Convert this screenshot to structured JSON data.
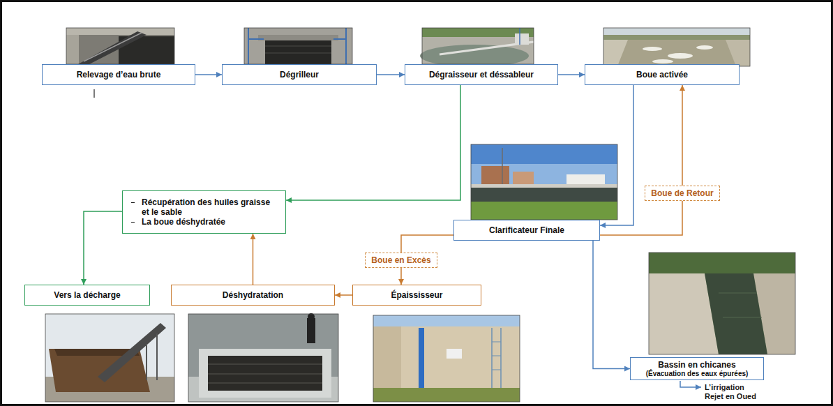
{
  "diagram": {
    "nodes": [
      {
        "text": [
          "Relevage d’eau brute"
        ]
      },
      {
        "text": [
          "Dégrilleur"
        ]
      },
      {
        "text": [
          "Dégraisseur et déssableur"
        ]
      },
      {
        "text": [
          "Boue activée"
        ]
      },
      {
        "text": [
          "Clarificateur Finale"
        ]
      },
      {
        "text": [
          "Récupération des huiles graisse et le sable",
          "La boue déshydratée"
        ]
      },
      {
        "text": [
          "Vers la décharge"
        ]
      },
      {
        "text": [
          "Déshydratation"
        ]
      },
      {
        "text": [
          "Épaississeur"
        ]
      },
      {
        "text": [
          "Bassin en chicanes",
          "(Évacuation des eaux épurées)"
        ]
      }
    ],
    "edges": [
      {
        "from": 0,
        "to": 1,
        "arrow": "to"
      },
      {
        "from": 1,
        "to": 2,
        "arrow": "to"
      },
      {
        "from": 2,
        "to": 3,
        "arrow": "to"
      },
      {
        "from": 2,
        "to": 5,
        "arrow": "to"
      },
      {
        "from": 3,
        "to": 4,
        "arrow": "to"
      },
      {
        "from": 4,
        "to": 3,
        "label": "Boue de Retour",
        "arrow": "to"
      },
      {
        "from": 4,
        "to": 8,
        "label": "Boue en Excès",
        "arrow": "to"
      },
      {
        "from": 4,
        "to": 9,
        "arrow": "to"
      },
      {
        "from": 8,
        "to": 7,
        "arrow": "to"
      },
      {
        "from": 7,
        "to": 5,
        "arrow": "to"
      },
      {
        "from": 5,
        "to": 6,
        "arrow": "to"
      }
    ],
    "labels": [
      "L’irrigation",
      "Rejet en Oued"
    ]
  }
}
